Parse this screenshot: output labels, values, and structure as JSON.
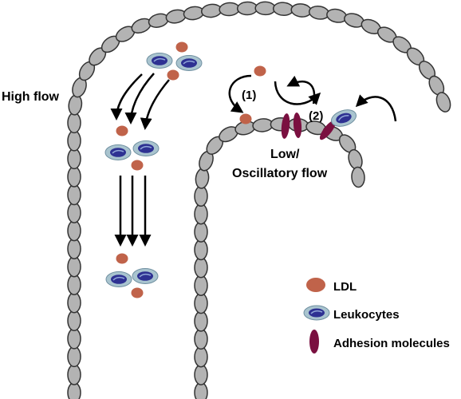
{
  "labels": {
    "high_flow": "High flow",
    "low_flow_line1": "Low/",
    "low_flow_line2": "Oscillatory flow",
    "step1": "(1)",
    "step2": "(2)"
  },
  "legend": {
    "ldl": "LDL",
    "leukocytes": "Leukocytes",
    "adhesion": "Adhesion molecules"
  },
  "colors": {
    "cell_fill": "#b3b3b3",
    "cell_stroke": "#333333",
    "ldl": "#c0634a",
    "leuko_outer": "#a9c4cf",
    "leuko_inner": "#2e3192",
    "adhesion": "#7a1040",
    "arrow": "#000000"
  }
}
